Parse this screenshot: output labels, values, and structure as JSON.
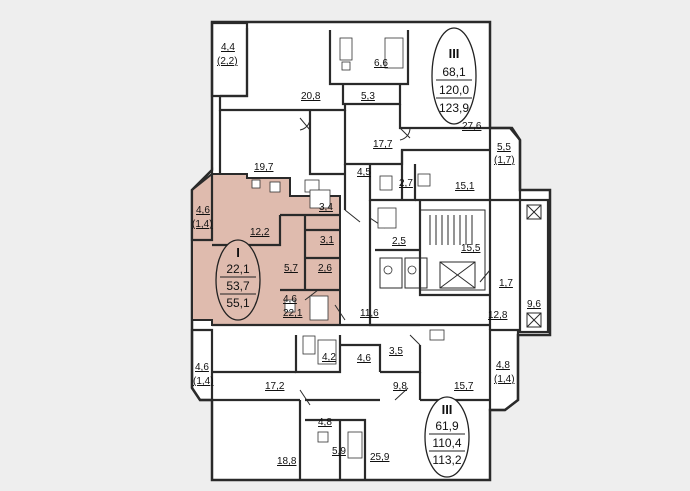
{
  "colors": {
    "background": "#eeeeee",
    "floor": "#ffffff",
    "highlight": "#dfbbae",
    "line": "#2a2a2a"
  },
  "apartments": [
    {
      "rooms": "III",
      "living": "68,1",
      "total": "120,0",
      "total_with_balcony": "123,9"
    },
    {
      "rooms": "I",
      "living": "22,1",
      "total": "53,7",
      "total_with_balcony": "55,1"
    },
    {
      "rooms": "III",
      "living": "61,9",
      "total": "110,4",
      "total_with_balcony": "113,2"
    }
  ],
  "rooms": [
    {
      "id": "r01",
      "label": "4,4"
    },
    {
      "id": "r02",
      "label": "(2,2)"
    },
    {
      "id": "r03",
      "label": "6,6"
    },
    {
      "id": "r04",
      "label": "20,8"
    },
    {
      "id": "r05",
      "label": "5,3"
    },
    {
      "id": "r06",
      "label": "27,6"
    },
    {
      "id": "r07",
      "label": "17,7"
    },
    {
      "id": "r08",
      "label": "5,5"
    },
    {
      "id": "r09",
      "label": "(1,7)"
    },
    {
      "id": "r10",
      "label": "19,7"
    },
    {
      "id": "r11",
      "label": "4,5"
    },
    {
      "id": "r12",
      "label": "2,7"
    },
    {
      "id": "r13",
      "label": "15,1"
    },
    {
      "id": "r14",
      "label": "4,6"
    },
    {
      "id": "r15",
      "label": "(1,4)"
    },
    {
      "id": "r16",
      "label": "3,4"
    },
    {
      "id": "r17",
      "label": "12,2"
    },
    {
      "id": "r18",
      "label": "3,1"
    },
    {
      "id": "r19",
      "label": "2,5"
    },
    {
      "id": "r20",
      "label": "15,5"
    },
    {
      "id": "r21",
      "label": "5,7"
    },
    {
      "id": "r22",
      "label": "2,6"
    },
    {
      "id": "r23",
      "label": "1,7"
    },
    {
      "id": "r24",
      "label": "4,6"
    },
    {
      "id": "r25",
      "label": "22,1"
    },
    {
      "id": "r26",
      "label": "11,6"
    },
    {
      "id": "r27",
      "label": "9,6"
    },
    {
      "id": "r28",
      "label": "12,8"
    },
    {
      "id": "r29",
      "label": "4,6"
    },
    {
      "id": "r30",
      "label": "(1,4)"
    },
    {
      "id": "r31",
      "label": "4,2"
    },
    {
      "id": "r32",
      "label": "4,6"
    },
    {
      "id": "r33",
      "label": "3,5"
    },
    {
      "id": "r34",
      "label": "4,8"
    },
    {
      "id": "r35",
      "label": "(1,4)"
    },
    {
      "id": "r36",
      "label": "17,2"
    },
    {
      "id": "r37",
      "label": "9,8"
    },
    {
      "id": "r38",
      "label": "15,7"
    },
    {
      "id": "r39",
      "label": "4,8"
    },
    {
      "id": "r40",
      "label": "18,8"
    },
    {
      "id": "r41",
      "label": "5,9"
    },
    {
      "id": "r42",
      "label": "25,9"
    }
  ]
}
